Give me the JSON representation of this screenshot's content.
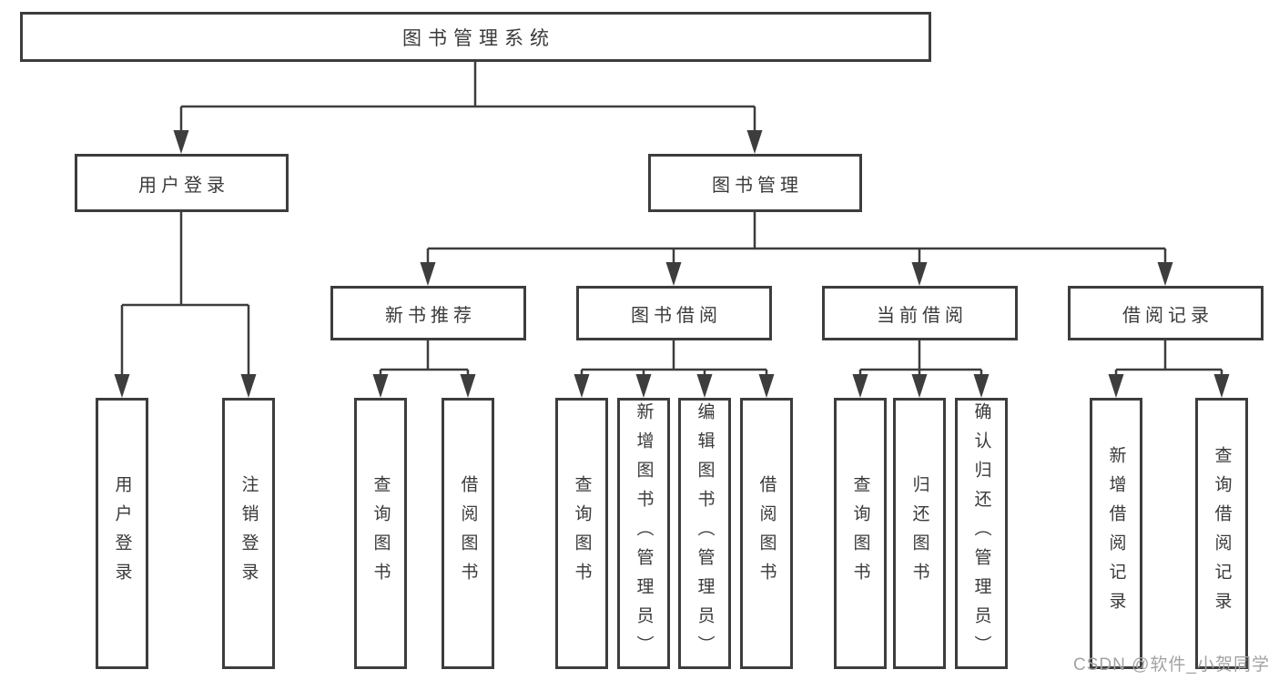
{
  "diagram": {
    "root": {
      "label": "图书管理系统"
    },
    "level2": [
      {
        "label": "用户登录"
      },
      {
        "label": "图书管理"
      }
    ],
    "level3": [
      {
        "label": "新书推荐"
      },
      {
        "label": "图书借阅"
      },
      {
        "label": "当前借阅"
      },
      {
        "label": "借阅记录"
      }
    ],
    "leaves": {
      "user_login": [
        "用户登录",
        "注销登录"
      ],
      "new_book_recommend": [
        "查询图书",
        "借阅图书"
      ],
      "book_borrow": [
        "查询图书",
        "新增图书（管理员）",
        "编辑图书（管理员）",
        "借阅图书"
      ],
      "current_borrow": [
        "查询图书",
        "归还图书",
        "确认归还（管理员）"
      ],
      "borrow_record": [
        "新增借阅记录",
        "查询借阅记录"
      ]
    }
  },
  "watermark": {
    "text": "CSDN @软件_小贺同学"
  },
  "colors": {
    "line": "#3d3d3d",
    "text": "#3a3a3a",
    "watermark": "#a3a3a3",
    "background": "#ffffff"
  }
}
